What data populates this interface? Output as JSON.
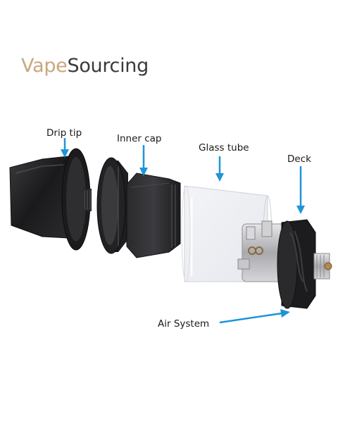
{
  "brand": {
    "part1": "Vape",
    "part2": "Sourcing"
  },
  "labels": {
    "drip_tip": "Drip tip",
    "inner_cap": "Inner cap",
    "glass_tube": "Glass tube",
    "deck": "Deck",
    "air_system": "Air System"
  },
  "colors": {
    "arrow": "#1f94d8",
    "brand_accent": "#c9a77e",
    "brand_dark": "#3a3a3a",
    "part_dark": "#1e1e20",
    "metal": "#b8b8bc"
  }
}
